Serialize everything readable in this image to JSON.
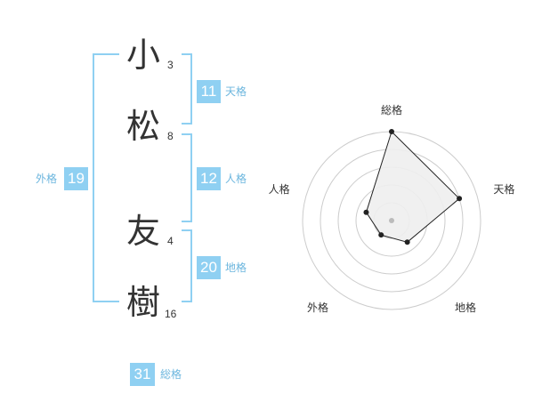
{
  "name": {
    "chars": [
      {
        "kanji": "小",
        "strokes": "3"
      },
      {
        "kanji": "松",
        "strokes": "8"
      },
      {
        "kanji": "友",
        "strokes": "4"
      },
      {
        "kanji": "樹",
        "strokes": "16"
      }
    ]
  },
  "kaku": {
    "tenkaku": {
      "value": "11",
      "label": "天格"
    },
    "jinkaku": {
      "value": "12",
      "label": "人格"
    },
    "chikaku": {
      "value": "20",
      "label": "地格"
    },
    "gaikaku": {
      "value": "19",
      "label": "外格"
    },
    "soukaku": {
      "value": "31",
      "label": "総格"
    }
  },
  "chart_data": {
    "type": "radar",
    "axes": [
      "総格",
      "天格",
      "地格",
      "外格",
      "人格"
    ],
    "levels": 5,
    "range": [
      0,
      5
    ],
    "values": [
      5,
      4,
      1.5,
      1,
      1.5
    ],
    "grid": true
  },
  "colors": {
    "accent": "#8fd0f2",
    "label": "#6cb6de",
    "text": "#333333",
    "radar_fill": "#eeeeee",
    "radar_line": "#222222",
    "grid": "#cccccc"
  }
}
